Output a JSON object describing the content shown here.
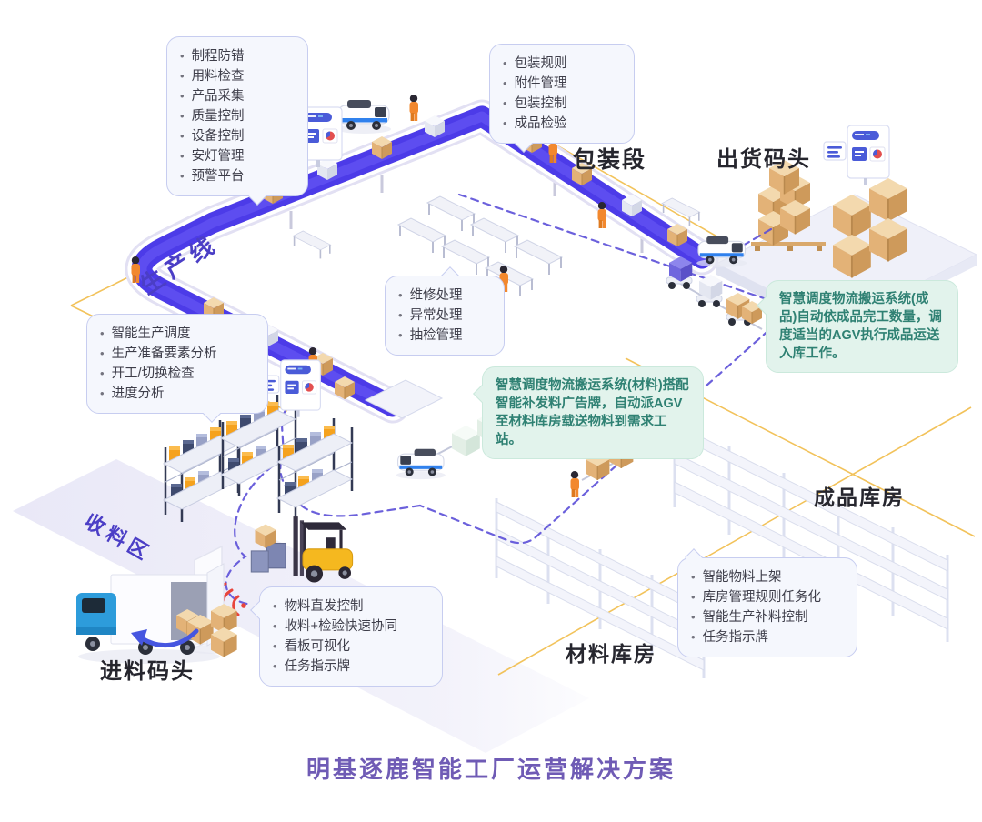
{
  "title": "明基逐鹿智能工厂运营解决方案",
  "zones": {
    "production_line": "生产线",
    "packaging_section": "包装段",
    "shipping_dock": "出货码头",
    "receiving_area": "收料区",
    "incoming_dock": "进料码头",
    "finished_goods_warehouse": "成品库房",
    "material_warehouse": "材料库房"
  },
  "callouts": {
    "process_control": {
      "items": [
        "制程防错",
        "用料检查",
        "产品采集",
        "质量控制",
        "设备控制",
        "安灯管理",
        "预警平台"
      ]
    },
    "packaging": {
      "items": [
        "包装规则",
        "附件管理",
        "包装控制",
        "成品检验"
      ]
    },
    "maintenance": {
      "items": [
        "维修处理",
        "异常处理",
        "抽检管理"
      ]
    },
    "production_scheduling": {
      "items": [
        "智能生产调度",
        "生产准备要素分析",
        "开工/切换检查",
        "进度分析"
      ]
    },
    "receiving_control": {
      "items": [
        "物料直发控制",
        "收料+检验快速协同",
        "看板可视化",
        "任务指示牌"
      ]
    },
    "warehouse_management": {
      "items": [
        "智能物料上架",
        "库房管理规则任务化",
        "智能生产补料控制",
        "任务指示牌"
      ]
    },
    "agv_material": {
      "text": "智慧调度物流搬运系统(材料)搭配智能补发料广告牌，自动派AGV至材料库房载送物料到需求工站。"
    },
    "agv_finished": {
      "text": "智慧调度物流搬运系统(成品)自动依成品完工数量，调度适当的AGV执行成品运送入库工作。"
    }
  },
  "colors": {
    "conveyor": "#4C3BE8",
    "agv_path": "#5B4FD8",
    "zone_outline": "#F0B83E",
    "callout_bg": "#F5F7FD",
    "callout_border": "#C7CDF0",
    "green_callout_bg": "#E2F3EC",
    "green_callout_text": "#2F8173",
    "title_color": "#6F5BB5",
    "iso_label_color": "#4B3EC6",
    "worker_orange": "#F2882E",
    "crate_tan": "#E3B277",
    "truck_blue": "#2D9CDB",
    "forklift_yellow": "#F5B81F",
    "rfid_red": "#E8453C"
  }
}
